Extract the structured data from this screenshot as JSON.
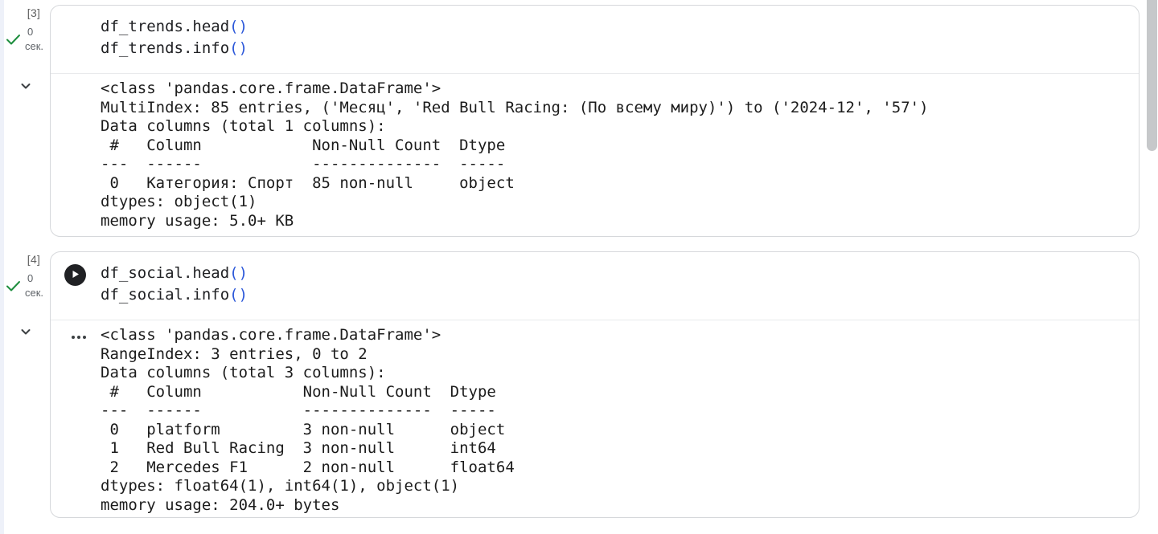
{
  "colors": {
    "paren_accent": "#2b57d9",
    "success_check": "#1e8e3e",
    "play_button": "#202124",
    "card_border": "#d6d8db",
    "gutter_text": "#5f6368"
  },
  "cells": [
    {
      "execution_label": "[3]",
      "execution_time_value": "0",
      "execution_time_unit": "сек.",
      "code_lines": [
        {
          "call": "df_trends.head",
          "parens": "()"
        },
        {
          "call": "df_trends.info",
          "parens": "()"
        }
      ],
      "output_text": "<class 'pandas.core.frame.DataFrame'>\nMultiIndex: 85 entries, ('Месяц', 'Red Bull Racing: (По всему миру)') to ('2024-12', '57')\nData columns (total 1 columns):\n #   Column            Non-Null Count  Dtype \n---  ------            --------------  ----- \n 0   Категория: Спорт  85 non-null     object\ndtypes: object(1)\nmemory usage: 5.0+ KB"
    },
    {
      "execution_label": "[4]",
      "execution_time_value": "0",
      "execution_time_unit": "сек.",
      "code_lines": [
        {
          "call": "df_social.head",
          "parens": "()"
        },
        {
          "call": "df_social.info",
          "parens": "()"
        }
      ],
      "output_text": "<class 'pandas.core.frame.DataFrame'>\nRangeIndex: 3 entries, 0 to 2\nData columns (total 3 columns):\n #   Column           Non-Null Count  Dtype  \n---  ------           --------------  -----  \n 0   platform         3 non-null      object \n 1   Red Bull Racing  3 non-null      int64  \n 2   Mercedes F1      2 non-null      float64\ndtypes: float64(1), int64(1), object(1)\nmemory usage: 204.0+ bytes"
    }
  ]
}
